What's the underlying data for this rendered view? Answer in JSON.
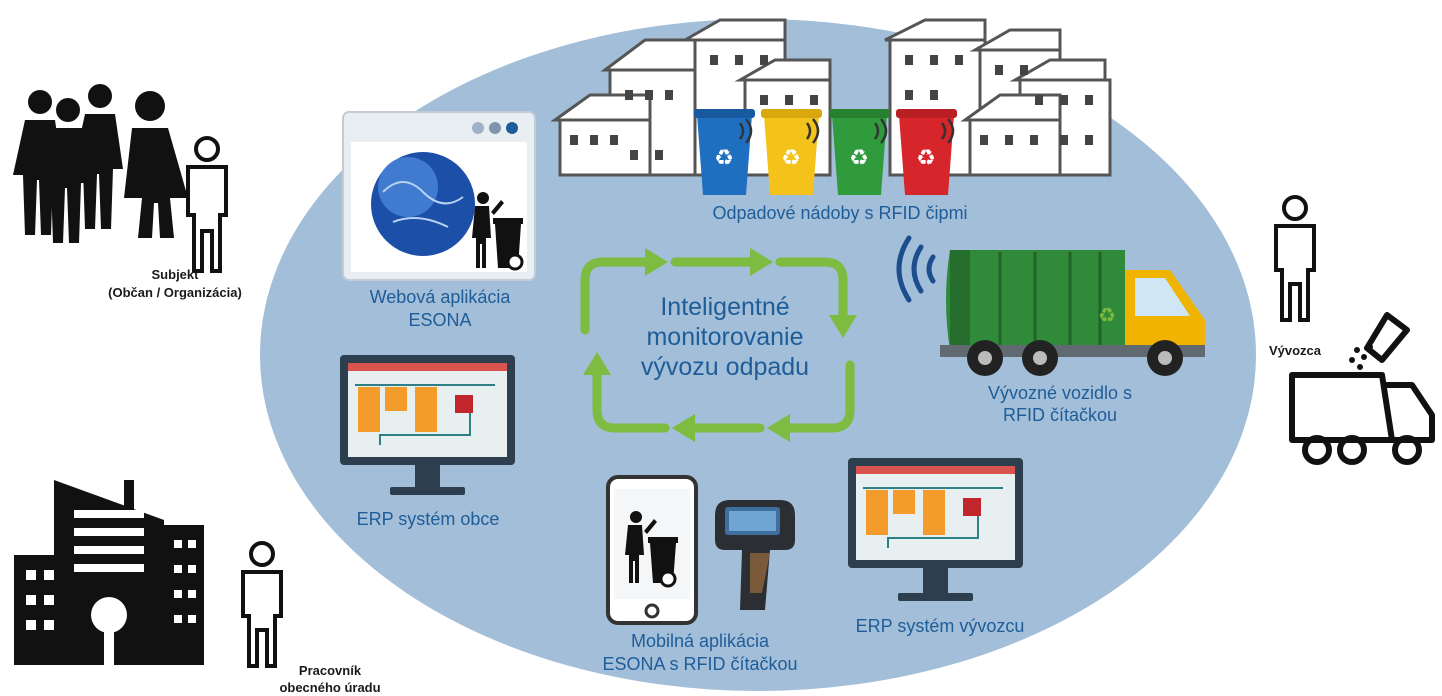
{
  "center": {
    "line1": "Inteligentné",
    "line2": "monitorovanie",
    "line3": "vývozu odpadu"
  },
  "labels": {
    "bins": "Odpadové nádoby s RFID čipmi",
    "web_line1": "Webová aplikácia",
    "web_line2": "ESONA",
    "erp_obce": "ERP systém obce",
    "truck_line1": "Vývozné vozidlo s",
    "truck_line2": "RFID čítačkou",
    "mobile_line1": "Mobilná aplikácia",
    "mobile_line2": "ESONA s RFID čítačkou",
    "erp_vyvozcu": "ERP systém vývozcu"
  },
  "actors": {
    "subject_line1": "Subjekt",
    "subject_line2": "(Občan / Organizácia)",
    "carrier": "Vývozca",
    "clerk_line1": "Pracovník",
    "clerk_line2": "obecného úradu"
  },
  "colors": {
    "ellipse": "#a3bed8",
    "accent_text": "#1f5d99",
    "arrow": "#7dbb41",
    "bin_blue": "#1e6fc0",
    "bin_yellow": "#f3c31c",
    "bin_green": "#2f9b3c",
    "bin_red": "#d7262b",
    "truck_green": "#2f8a3a",
    "truck_yellow": "#f0b400"
  }
}
